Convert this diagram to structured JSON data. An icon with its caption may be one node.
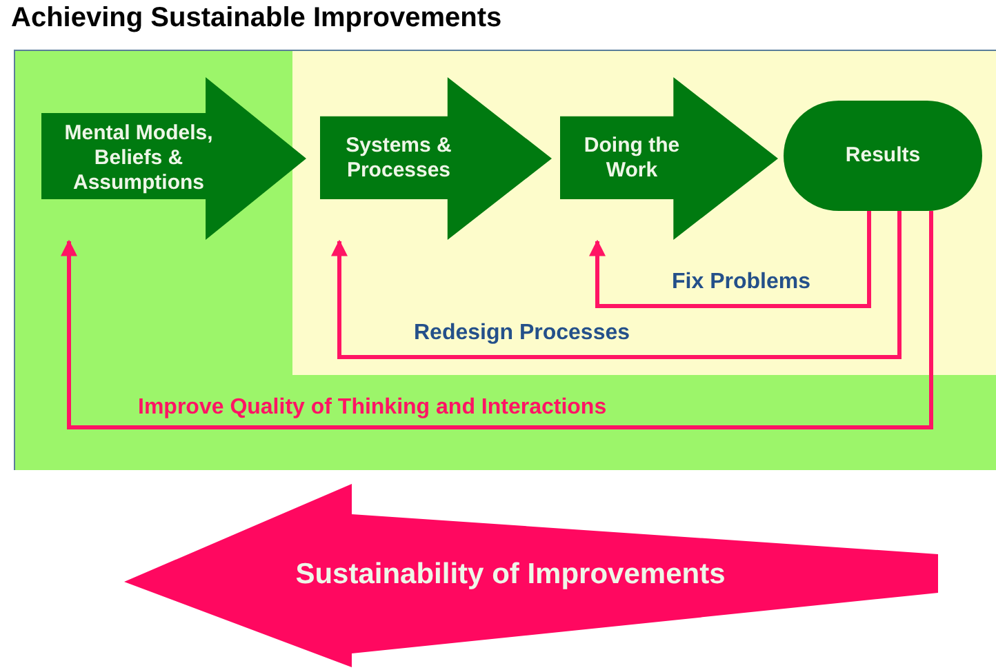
{
  "diagram": {
    "title": "Achieving Sustainable Improvements",
    "nodes": [
      {
        "text": [
          "Mental Models, Beliefs & Assumptions"
        ]
      },
      {
        "text": [
          "Systems & Processes"
        ]
      },
      {
        "text": [
          "Doing the Work"
        ]
      },
      {
        "text": [
          "Results"
        ]
      },
      {
        "text": [
          "Sustainability of Improvements"
        ]
      }
    ],
    "edges": [
      {
        "from": 3,
        "to": 2,
        "arrow": "to",
        "label": "Fix Problems"
      },
      {
        "from": 3,
        "to": 1,
        "arrow": "to",
        "label": "Redesign Processes"
      },
      {
        "from": 3,
        "to": 0,
        "arrow": "to",
        "label": "Improve Quality of Thinking and Interactions"
      }
    ]
  }
}
